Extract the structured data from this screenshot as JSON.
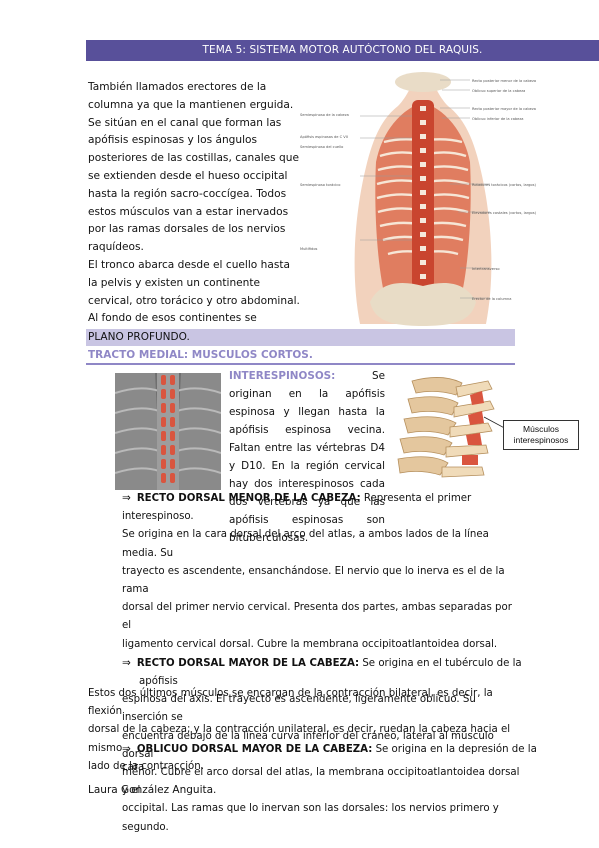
{
  "header": {
    "title": "TEMA 5: SISTEMA MOTOR AUTÓCTONO DEL RAQUIS."
  },
  "intro": {
    "paragraph1": "También llamados erectores de la columna ya que la mantienen erguida. Se sitúan en el canal que forman las apófisis espinosas y los ángulos posteriores de las costillas, canales que se extienden desde el hueso occipital hasta la región sacro-coccígea. Todos estos músculos van a estar inervados por las ramas dorsales de los nervios raquídeos.",
    "paragraph2": "El tronco abarca desde el cuello hasta la pelvis y existen un continente cervical, otro torácico y otro abdominal. Al fondo de esos continentes se encuentran los cuerpos vertebrales."
  },
  "back_figure": {
    "labels_right": [
      "Recto posterior menor de la cabeza",
      "Oblicuo superior de la cabeza",
      "Recto posterior mayor de la cabeza",
      "Oblicuo inferior de la cabeza",
      "Rotadores torácicos (cortos, largos)",
      "Elevadores costales (cortos, largos)",
      "Intertransverso",
      "Erector de la columna"
    ],
    "labels_left": [
      "Semiespinoso de la cabeza",
      "Semiespinoso del cuello",
      "Semiespinoso torácico",
      "Multífidos"
    ],
    "label_top_left": "Apófisis espinosas de C VII"
  },
  "plano": {
    "title": "PLANO PROFUNDO."
  },
  "tracto": {
    "title": "TRACTO MEDIAL: MUSCULOS CORTOS."
  },
  "interespinosos": {
    "term": "INTERESPINOSOS:",
    "text": "Se originan en la apófisis espinosa y llegan hasta la apófisis espinosa vecina. Faltan entre las vértebras D4 y D10. En la región cervical hay dos interespinosos cada dos vértebras ya que las apófisis espinosas son bituberculosas."
  },
  "cervical_figure": {
    "label": "Músculos interespinosos"
  },
  "recto_menor": {
    "term": "RECTO DORSAL MENOR DE LA CABEZA:",
    "first": "Representa el primer interespinoso.",
    "lines": [
      "Se origina en la cara dorsal del arco del atlas, a ambos lados de la línea media. Su",
      "trayecto es ascendente, ensanchándose. El nervio que lo inerva es el de la rama",
      "dorsal del primer nervio cervical. Presenta dos partes, ambas separadas por el",
      "ligamento cervical dorsal. Cubre la membrana occipitoatlantoidea dorsal."
    ]
  },
  "recto_mayor": {
    "term": "RECTO DORSAL MAYOR DE LA CABEZA:",
    "first": "Se origina en el tubérculo de la",
    "second": "apófisis",
    "lines": [
      "espinosa del axis. El trayecto es ascendente, ligeramente oblicuo. Su inserción se",
      "encuentra debajo de la línea curva inferior del cráneo, lateral al músculo dorsal",
      "menor. Cubre el arco dorsal del atlas, la membrana occipitoatlantoidea dorsal y el",
      "occipital. Las ramas que lo inervan son las dorsales: los nervios primero y segundo."
    ]
  },
  "summary": {
    "lines": [
      "Estos dos últimos músculos se encargan de la contracción bilateral, es decir, la flexión",
      "dorsal de la cabeza; y la contracción unilateral, es decir, ruedan la cabeza hacia el mismo",
      "lado de la contracción."
    ]
  },
  "oblicuo": {
    "term": "OBLICUO DORSAL MAYOR DE LA CABEZA:",
    "first": "Se origina en la depresión de la cara"
  },
  "footer": {
    "author": "Laura González Anguita."
  },
  "colors": {
    "header_bg": "#58509a",
    "section_bg": "#c9c5e3",
    "accent": "#8f87c6",
    "muscle": "#d9553f"
  }
}
